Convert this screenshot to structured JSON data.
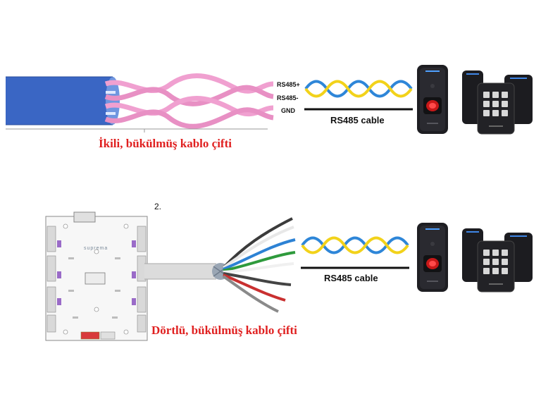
{
  "section1": {
    "wires": {
      "rs485_plus": "RS485+",
      "rs485_minus": "RS485-",
      "gnd": "GND"
    },
    "cable_label": "RS485 cable",
    "caption": "İkili, bükülmüş kablo çifti"
  },
  "section2": {
    "step_number": "2.",
    "controller_brand": "suprema",
    "cable_label": "RS485 cable",
    "caption": "Dörtlü, bükülmüş kablo çifti"
  },
  "colors": {
    "cable_blue": "#3a66c4",
    "twisted_pink": "#f0a0d0",
    "rs485_yellow": "#f2d21a",
    "rs485_blue": "#2e86d8",
    "caption_red": "#e02020",
    "device_black": "#1e1e22"
  }
}
